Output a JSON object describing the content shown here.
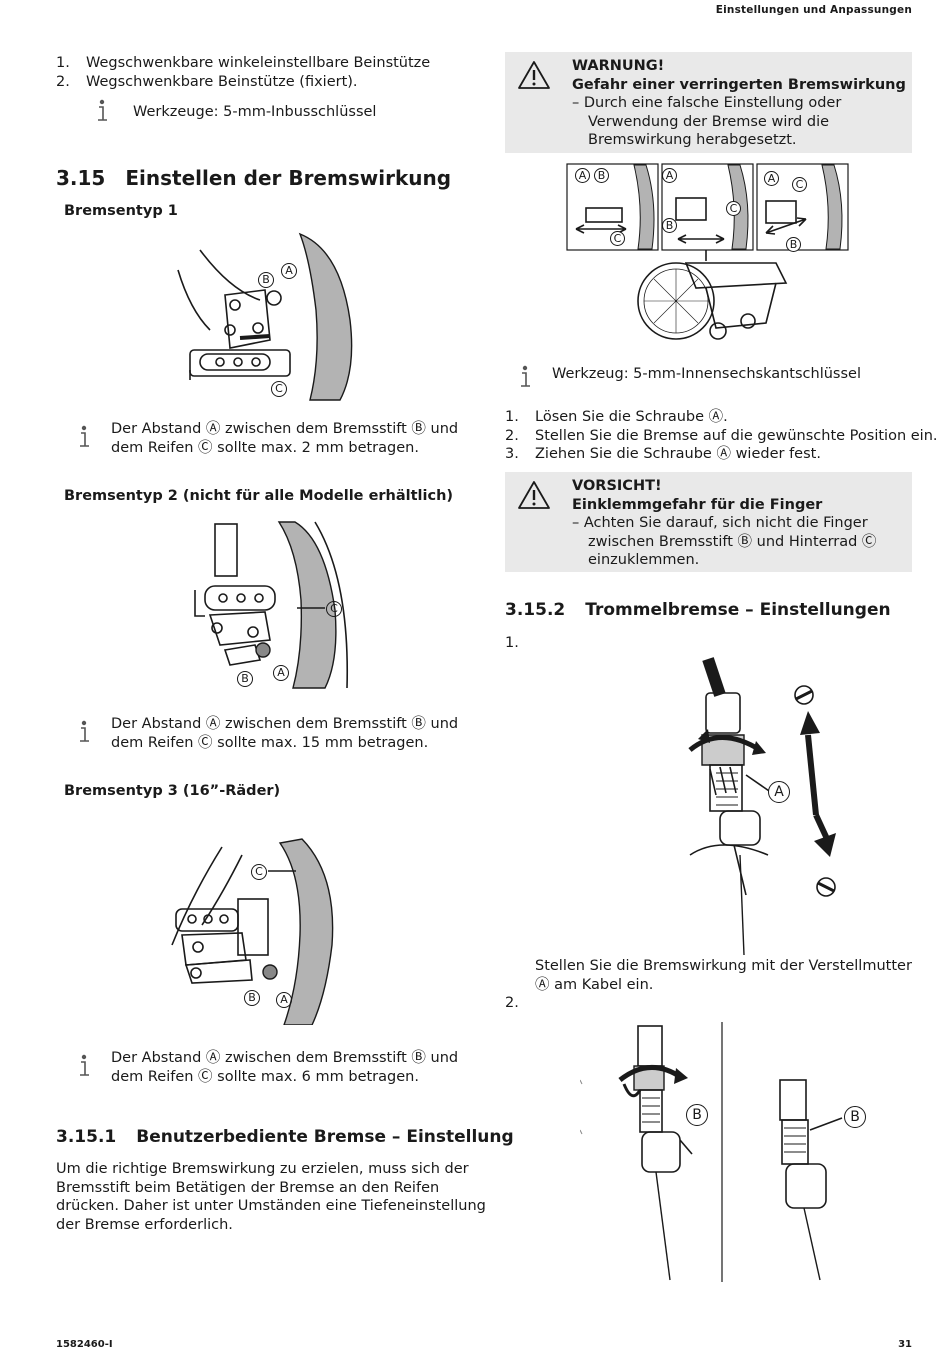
{
  "header": {
    "section_title": "Einstellungen und Anpassungen"
  },
  "footer": {
    "doc_number": "1582460-I",
    "page_number": "31"
  },
  "left": {
    "list1": [
      {
        "num": "1.",
        "text": "Wegschwenkbare winkeleinstellbare Beinstütze"
      },
      {
        "num": "2.",
        "text": "Wegschwenkbare Beinstütze (fixiert)."
      }
    ],
    "tools1": "Werkzeuge: 5-mm-Inbusschlüssel",
    "section_315": {
      "num": "3.15",
      "title": "Einstellen der Bremswirkung"
    },
    "brake1": {
      "title": "Bremsentyp 1",
      "note_line1": "Der Abstand Ⓐ zwischen dem Bremsstift Ⓑ und",
      "note_line2": "dem Reifen Ⓒ sollte max. 2 mm betragen."
    },
    "brake2": {
      "title": "Bremsentyp 2 (nicht für alle Modelle erhältlich)",
      "note_line1": "Der Abstand Ⓐ zwischen dem Bremsstift Ⓑ und",
      "note_line2": "dem Reifen Ⓒ sollte max. 15 mm betragen."
    },
    "brake3": {
      "title": "Bremsentyp 3 (16”-Räder)",
      "note_line1": "Der Abstand Ⓐ zwischen dem Bremsstift Ⓑ und",
      "note_line2": "dem Reifen Ⓒ sollte max. 6 mm betragen."
    },
    "section_3151": {
      "num": "3.15.1",
      "title": "Benutzerbediente Bremse – Einstellung",
      "para": [
        "Um die richtige Bremswirkung zu erzielen, muss sich der",
        "Bremsstift beim Betätigen der Bremse an den Reifen",
        "drücken. Daher ist unter Umständen eine Tiefeneinstellung",
        "der Bremse erforderlich."
      ]
    }
  },
  "right": {
    "warning": {
      "label": "WARNUNG!",
      "title": "Gefahr einer verringerten Bremswirkung",
      "lines": [
        "– Durch eine falsche Einstellung oder",
        "Verwendung der Bremse wird die",
        "Bremswirkung herabgesetzt."
      ]
    },
    "tools2": "Werkzeug: 5-mm-Innensechskantschlüssel",
    "steps": [
      {
        "num": "1.",
        "text": "Lösen Sie die Schraube Ⓐ."
      },
      {
        "num": "2.",
        "text": "Stellen Sie die Bremse auf die gewünschte Position ein."
      },
      {
        "num": "3.",
        "text": "Ziehen Sie die Schraube Ⓐ wieder fest."
      }
    ],
    "caution": {
      "label": "VORSICHT!",
      "title": "Einklemmgefahr für die Finger",
      "lines": [
        "– Achten Sie darauf, sich nicht die Finger",
        "zwischen Bremsstift Ⓑ und Hinterrad Ⓒ",
        "einzuklemmen."
      ]
    },
    "section_3152": {
      "num": "3.15.2",
      "title": "Trommelbremse – Einstellungen",
      "step1_num": "1.",
      "step1_line1": "Stellen Sie die Bremswirkung mit der Verstellmutter",
      "step1_line2": "Ⓐ am Kabel ein.",
      "step2_num": "2."
    }
  },
  "callouts": {
    "a": "A",
    "b": "B",
    "c": "C"
  },
  "icons": {
    "info": "info-icon",
    "warning": "warning-triangle-icon"
  },
  "colors": {
    "notice_bg": "#e9e9e9",
    "tire_fill": "#b3b3b3",
    "text": "#1a1a1a"
  }
}
